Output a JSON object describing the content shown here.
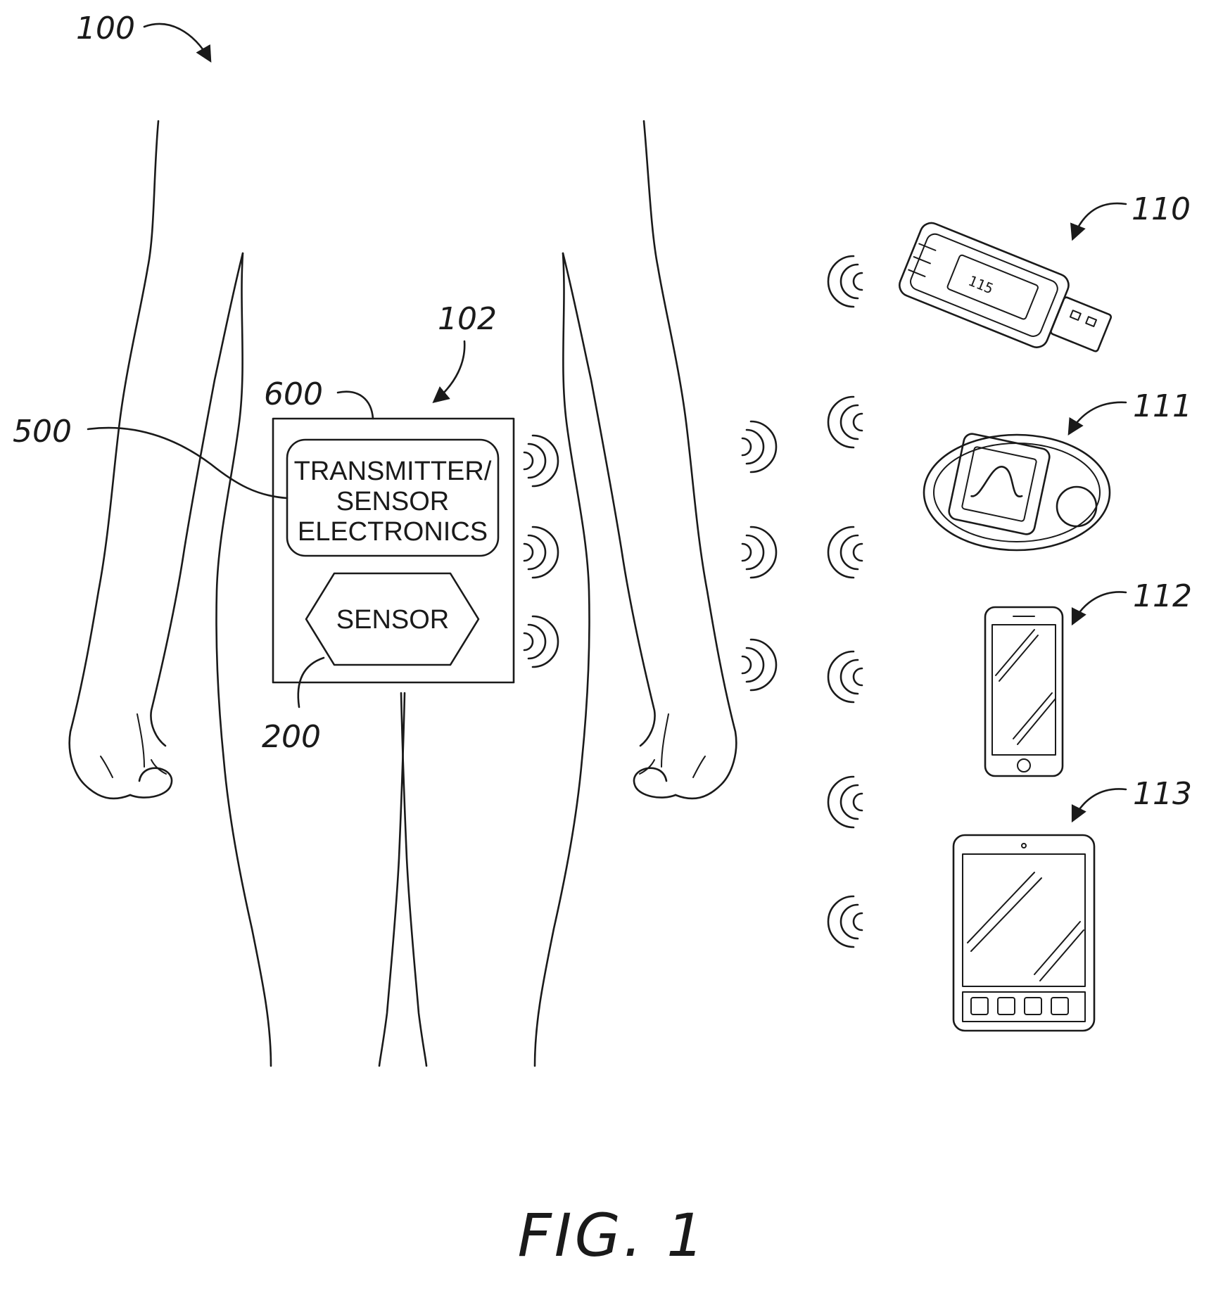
{
  "refs": {
    "system": "100",
    "sensor_system": "102",
    "housing": "600",
    "electronics": "500",
    "sensor": "200",
    "device_usb": "110",
    "device_receiver": "111",
    "device_phone": "112",
    "device_tablet": "113"
  },
  "blocks": {
    "electronics_lines": [
      "TRANSMITTER/",
      "SENSOR",
      "ELECTRONICS"
    ],
    "sensor_label": "SENSOR"
  },
  "usb_display": "115",
  "caption": "FIG. 1"
}
